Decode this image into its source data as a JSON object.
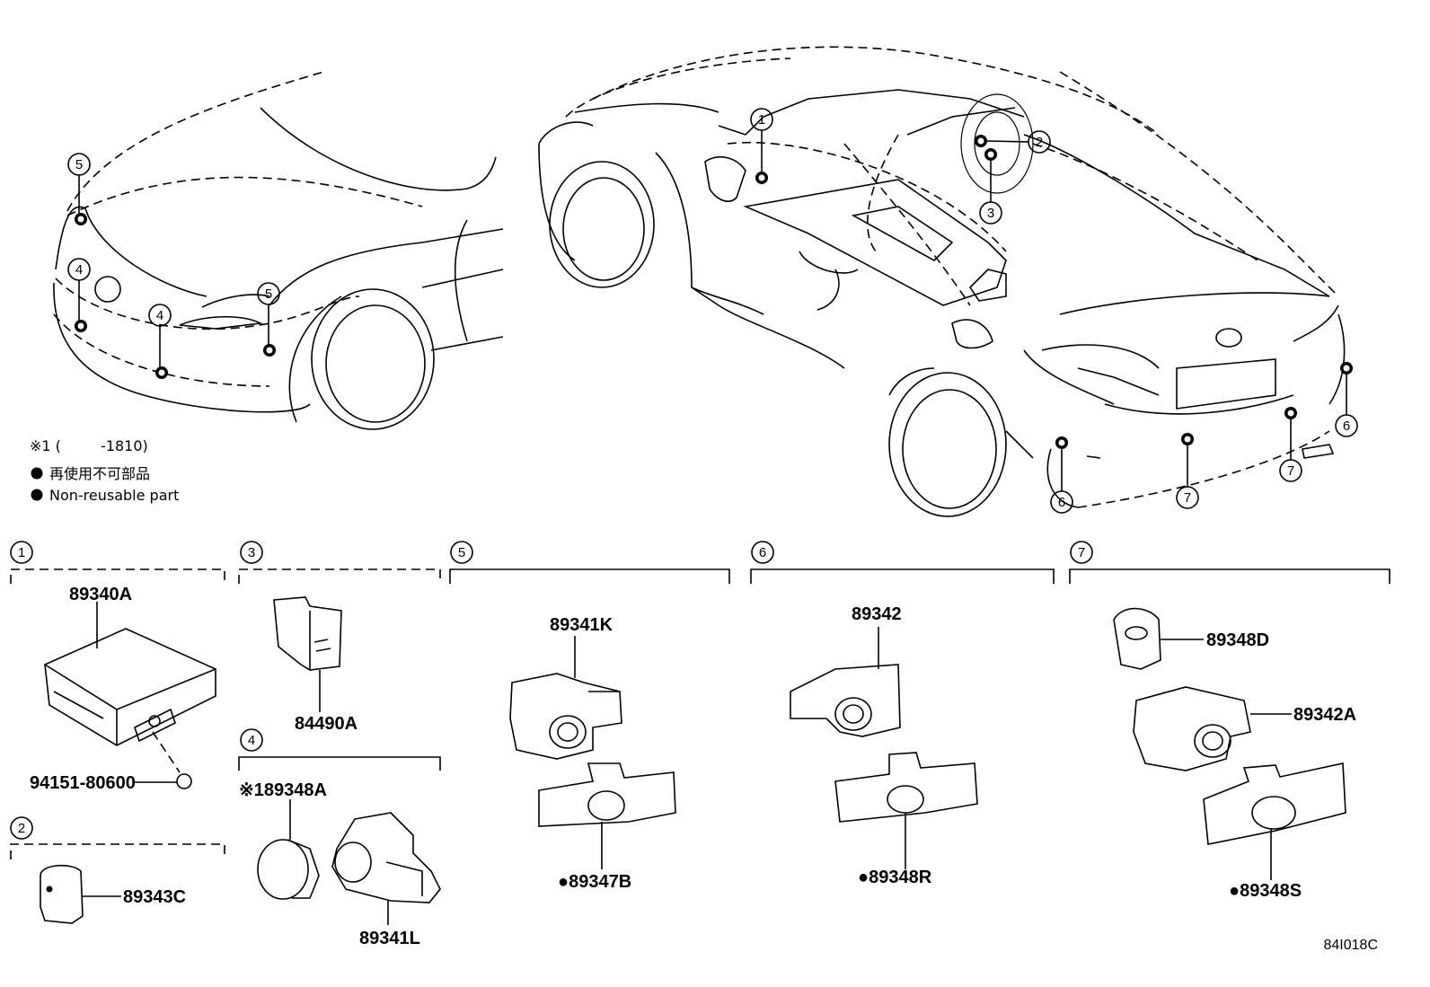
{
  "callouts": {
    "c1": "1",
    "c2": "2",
    "c3": "3",
    "c4": "4",
    "c5": "5",
    "c6": "6",
    "c7": "7"
  },
  "legend": {
    "note_mark": "※1 (",
    "note_range": "-1810)",
    "jp": "再使用不可部品",
    "en": "Non-reusable part"
  },
  "sections": [
    {
      "label": "1"
    },
    {
      "label": "2"
    },
    {
      "label": "3"
    },
    {
      "label": "4"
    },
    {
      "label": "5"
    },
    {
      "label": "6"
    },
    {
      "label": "7"
    }
  ],
  "parts": {
    "p89340A": "89340A",
    "p94151": "94151-80600",
    "p89343C": "89343C",
    "p84490A": "84490A",
    "p89348A": "※189348A",
    "p89341L": "89341L",
    "p89341K": "89341K",
    "p89347B": "●89347B",
    "p89342": "89342",
    "p89348R": "●89348R",
    "p89348D": "89348D",
    "p89342A": "89342A",
    "p89348S": "●89348S"
  },
  "figure_code": "84I018C",
  "colors": {
    "ink": "#000000",
    "paper": "#ffffff"
  }
}
